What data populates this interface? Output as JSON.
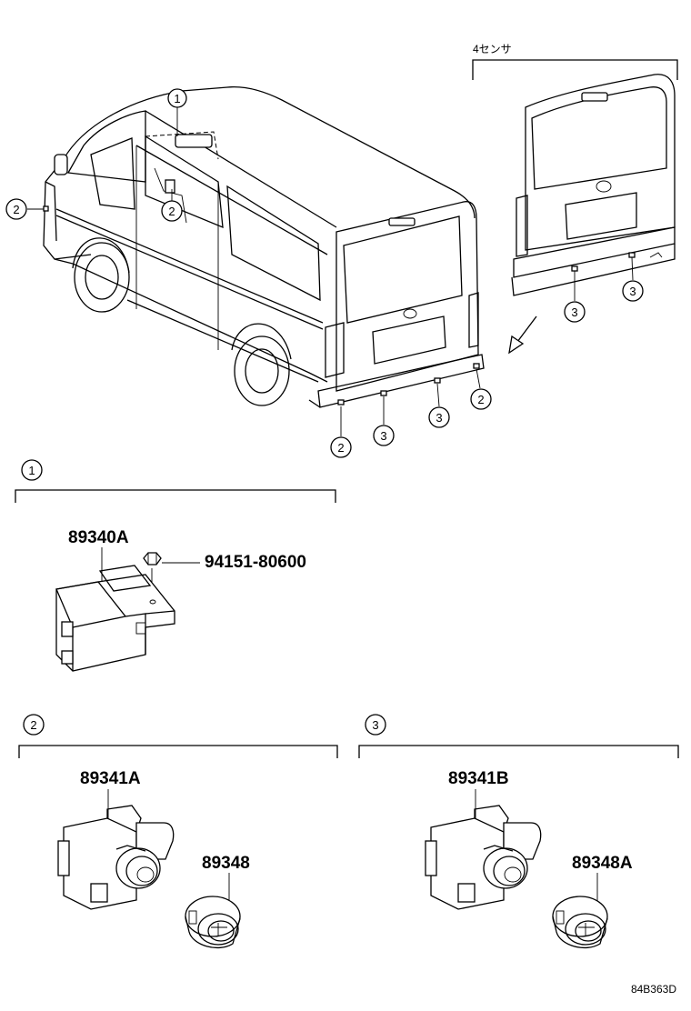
{
  "variant_label": "4センサ",
  "diagram_code": "84B363D",
  "callouts": {
    "c1": "1",
    "c2": "2",
    "c3": "3"
  },
  "sections": {
    "s1": {
      "number": "1",
      "parts": {
        "controller": "89340A",
        "nut": "94151-80600"
      }
    },
    "s2": {
      "number": "2",
      "parts": {
        "sensor": "89341A",
        "retainer": "89348"
      }
    },
    "s3": {
      "number": "3",
      "parts": {
        "sensor": "89341B",
        "retainer": "89348A"
      }
    }
  }
}
